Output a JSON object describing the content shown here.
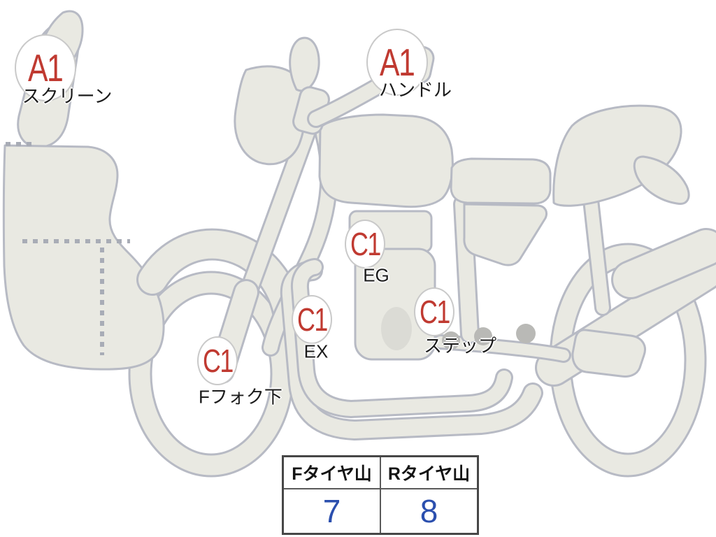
{
  "diagram": {
    "markers": [
      {
        "code": "A1",
        "label": "スクリーン"
      },
      {
        "code": "A1",
        "label": "ハンドル"
      },
      {
        "code": "C1",
        "label": "EG"
      },
      {
        "code": "C1",
        "label": "EX"
      },
      {
        "code": "C1",
        "label": "ステップ"
      },
      {
        "code": "C1",
        "label": "Fフォク下"
      }
    ]
  },
  "tire_table": {
    "columns": [
      {
        "header": "Fタイヤ山",
        "value": "7"
      },
      {
        "header": "Rタイヤ山",
        "value": "8"
      }
    ]
  },
  "colors": {
    "marker_code_red": "#c03a31",
    "tread_value_blue": "#2b4fae",
    "body_fill": "#e9e9e2",
    "body_outline": "#b7bac4"
  }
}
